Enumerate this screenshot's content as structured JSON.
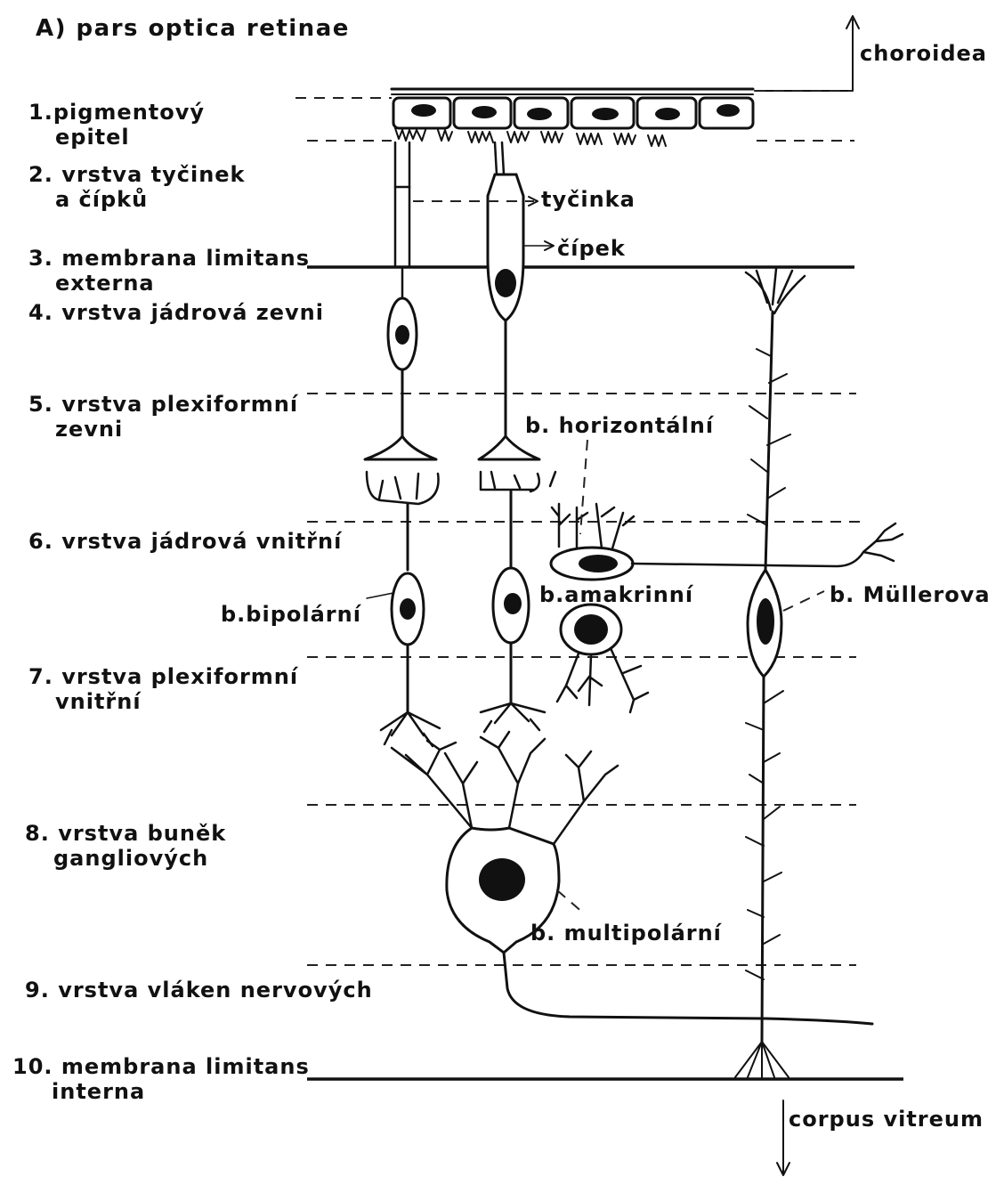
{
  "title": "A) pars optica retinae",
  "directions": {
    "up": "choroidea",
    "down": "corpus vitreum"
  },
  "layers": [
    {
      "number": "1.",
      "line1": "pigmentový",
      "line2": "epitel"
    },
    {
      "number": "2.",
      "line1": "vrstva tyčinek",
      "line2": "a čípků"
    },
    {
      "number": "3.",
      "line1": "membrana limitans",
      "line2": "externa"
    },
    {
      "number": "4.",
      "line1": "vrstva jádrová zevni",
      "line2": ""
    },
    {
      "number": "5.",
      "line1": "vrstva plexiformní",
      "line2": "zevni"
    },
    {
      "number": "6.",
      "line1": "vrstva jádrová vnitřní",
      "line2": ""
    },
    {
      "number": "7.",
      "line1": "vrstva plexiformní",
      "line2": "vnitřní"
    },
    {
      "number": "8.",
      "line1": "vrstva buněk",
      "line2": "gangliových"
    },
    {
      "number": "9.",
      "line1": "vrstva vláken nervových",
      "line2": ""
    },
    {
      "number": "10.",
      "line1": "membrana limitans",
      "line2": "interna"
    }
  ],
  "cell_labels": {
    "rod": "tyčinka",
    "cone": "čípek",
    "horizontal": "b. horizontální",
    "amacrine": "b.amakrinní",
    "bipolar": "b.bipolární",
    "muller": "b. Müllerova",
    "multipolar": "b. multipolární"
  }
}
